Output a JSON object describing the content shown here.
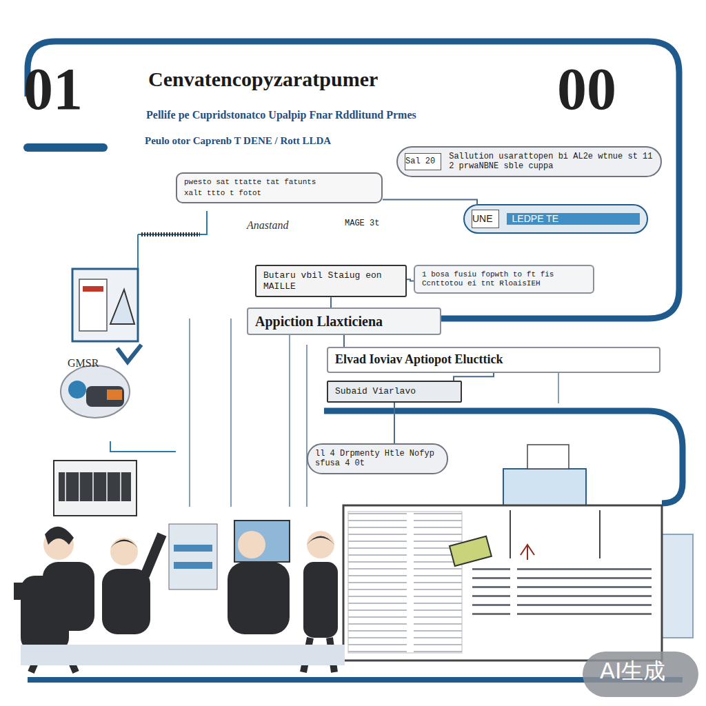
{
  "diagram": {
    "title": "Cenvatencopyzaratpumer",
    "nodes": [
      {
        "text": [
          "pwesto sat ttatte tat fatunts",
          "xalt ttto t fotot"
        ]
      },
      {
        "text": [
          "Sal 20",
          "Sallution usarattopen bi AL2e wtnue st 11 2 prwaNBNE sble cuppa"
        ]
      },
      {
        "text": [
          "UNE",
          "LEDPE TE"
        ]
      },
      {
        "text": [
          "Butaru vbil Staiug eon MAILLE"
        ]
      },
      {
        "text": [
          "1 bosa fusiu fopwth to ft fis Ccnttotou ei tnt RloaisIEH"
        ]
      },
      {
        "text": [
          "Appiction Llaxticiena"
        ]
      },
      {
        "text": [
          "Elvad Ioviav Aptiopot Elucttick"
        ]
      },
      {
        "text": [
          "Subaid Viarlavo"
        ]
      },
      {
        "text": [
          "ll 4 Drpmenty Htle Nofyp sfusa 4 0t"
        ]
      }
    ],
    "edges": [
      {
        "from": 0,
        "to": 2,
        "arrow": "none"
      },
      {
        "from": 3,
        "to": 4,
        "arrow": "none"
      },
      {
        "from": 3,
        "to": 5,
        "arrow": "none"
      },
      {
        "from": 5,
        "to": 6,
        "arrow": "none"
      },
      {
        "from": 6,
        "to": 7,
        "arrow": "none"
      },
      {
        "from": 7,
        "to": 8,
        "arrow": "none"
      }
    ],
    "labels": [
      "01",
      "00",
      "Pellife pe Cupridstonatco Upalpip Fnar Rddlitund Prmes",
      "Peulo otor Caprenb T DENE / Rott LLDA",
      "Anastand",
      "MAGE 3t",
      "GMSR",
      "AI生成"
    ]
  }
}
